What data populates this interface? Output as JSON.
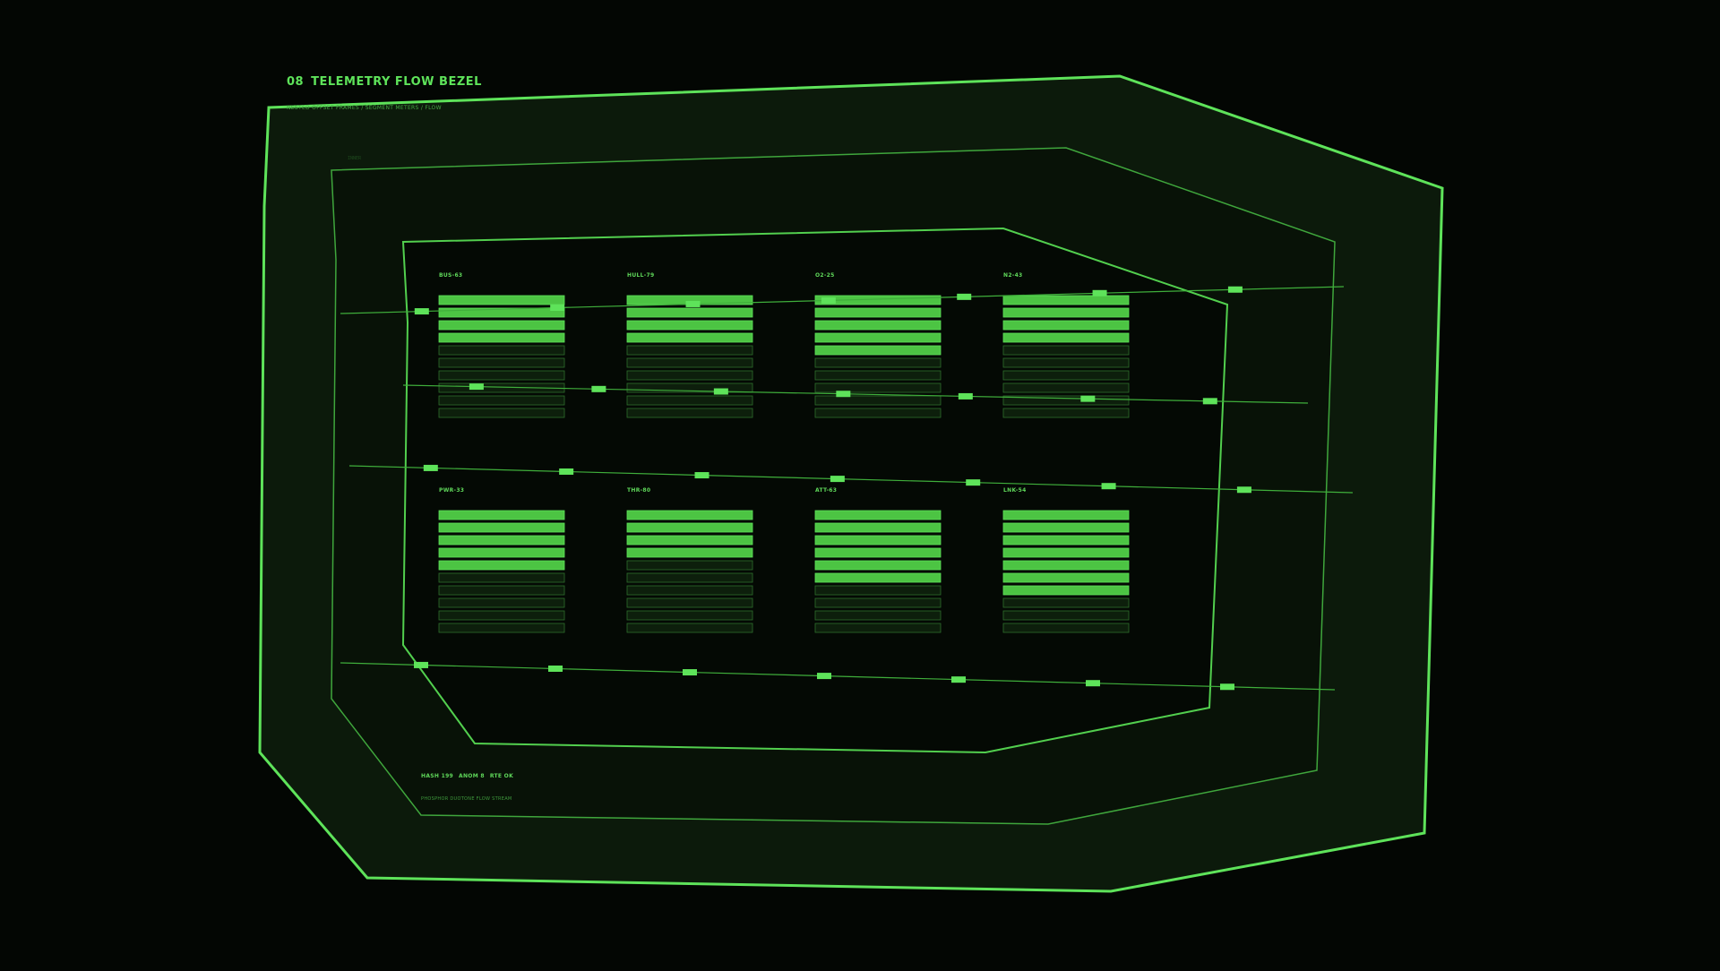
{
  "header": {
    "number": "08",
    "title": "TELEMETRY FLOW BEZEL",
    "subtitle": "NESTED OFFSET FRAMES / SEGMENT METERS / FLOW"
  },
  "frame_tag": "INNER",
  "meters": [
    {
      "label": "BUS-63",
      "level": 4,
      "segments": 10
    },
    {
      "label": "HULL-79",
      "level": 4,
      "segments": 10
    },
    {
      "label": "O2-25",
      "level": 5,
      "segments": 10
    },
    {
      "label": "N2-43",
      "level": 4,
      "segments": 10
    },
    {
      "label": "PWR-33",
      "level": 5,
      "segments": 10
    },
    {
      "label": "THR-80",
      "level": 4,
      "segments": 10
    },
    {
      "label": "ATT-63",
      "level": 6,
      "segments": 10
    },
    {
      "label": "LNK-54",
      "level": 7,
      "segments": 10
    }
  ],
  "status": {
    "hash": "HASH 199",
    "anom": "ANOM 8",
    "rte": "RTE OK"
  },
  "footnote": "PHOSPHOR DUOTONE FLOW STREAM",
  "colors": {
    "background": "#030603",
    "accent": "#5ee35a",
    "segment_on": "#4cc443",
    "segment_off": "#0d1f0c",
    "frame_fill": "#0c1a0b"
  }
}
